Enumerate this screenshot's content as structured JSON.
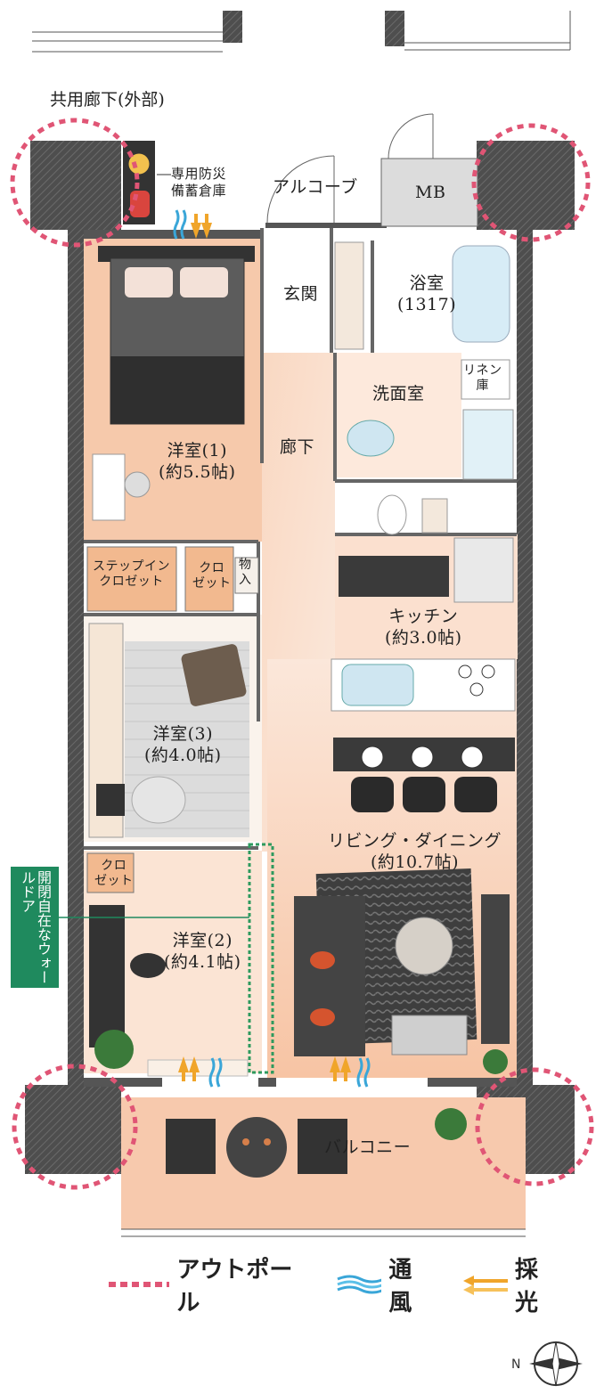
{
  "corridor_label": "共用廊下(外部)",
  "rooms": {
    "storage": [
      "専用防災",
      "備蓄倉庫"
    ],
    "alcove": "アルコーブ",
    "mb": "MB",
    "entrance": "玄関",
    "bath": [
      "浴室",
      "(1317)"
    ],
    "linen": [
      "リネン",
      "庫"
    ],
    "washroom": "洗面室",
    "hallway": "廊下",
    "room1": [
      "洋室(1)",
      "(約5.5帖)"
    ],
    "stepin": [
      "ステップイン",
      "クロゼット"
    ],
    "closet_a": [
      "クロ",
      "ゼット"
    ],
    "mono": [
      "物",
      "入"
    ],
    "kitchen": [
      "キッチン",
      "(約3.0帖)"
    ],
    "room3": [
      "洋室(3)",
      "(約4.0帖)"
    ],
    "closet_b": [
      "クロ",
      "ゼット"
    ],
    "ld": [
      "リビング・ダイニング",
      "(約10.7帖)"
    ],
    "room2": [
      "洋室(2)",
      "(約4.1帖)"
    ],
    "balcony": "バルコニー"
  },
  "door_hint": "開閉自在なウォールドア",
  "legend": {
    "outpole": "アウトポール",
    "ventilation": "通風",
    "daylight": "採光"
  },
  "colors": {
    "wall": "#555555",
    "floor_warm": "#f8c9a8",
    "floor_light": "#fbe4d4",
    "outpole": "#e05575",
    "vent": "#3aa6d8",
    "light": "#f0a52a",
    "hint": "#1f8a5e"
  },
  "icons": [
    "compass-icon",
    "fire-extinguisher-icon",
    "bed-icon",
    "sofa-icon",
    "table-icon",
    "bathtub-icon",
    "toilet-icon",
    "stove-icon",
    "sink-icon"
  ]
}
